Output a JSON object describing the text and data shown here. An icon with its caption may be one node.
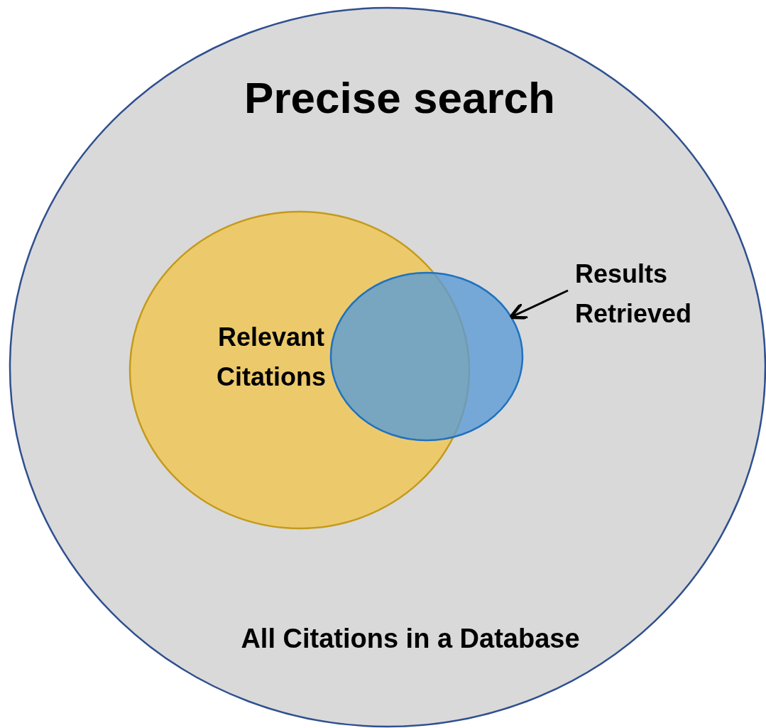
{
  "diagram": {
    "nodes": [
      {
        "text": [
          "Precise search",
          "All Citations in a Database"
        ]
      },
      {
        "text": [
          "Relevant Citations"
        ],
        "in": 0
      },
      {
        "text": [],
        "shape": "circle",
        "in": 0
      },
      {
        "text": [
          "Results Retrieved"
        ],
        "in": 0
      }
    ],
    "edges": [
      {
        "from": 3,
        "to": 2,
        "arrow": "to"
      }
    ]
  }
}
